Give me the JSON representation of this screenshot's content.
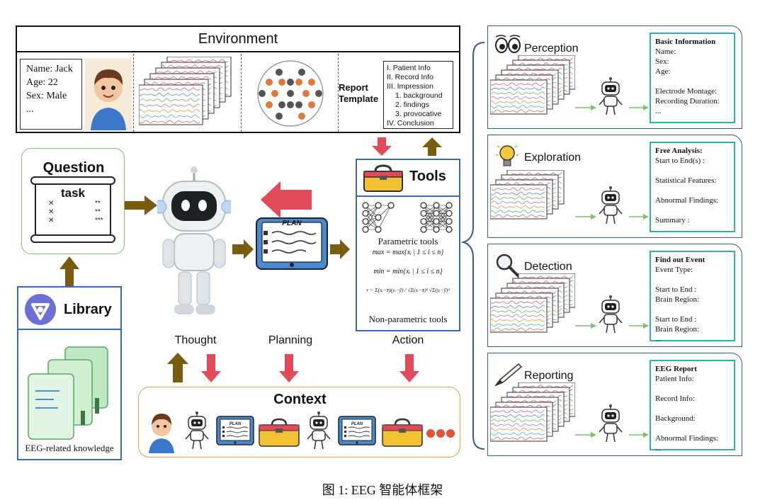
{
  "environment": {
    "title": "Environment",
    "patient_name": "Name: Jack",
    "patient_age": "Age: 22",
    "patient_sex": "Sex: Male",
    "patient_more": "...",
    "report_template_label": "Report\nTemplate",
    "template_lines": [
      "I. Patient Info",
      "II. Record Info",
      "III. Impression",
      "1. background",
      "2. findings",
      "3. provocative",
      "IV. Conclusion"
    ]
  },
  "question": {
    "title": "Question",
    "task": "task"
  },
  "library": {
    "title": "Library",
    "caption": "EEG-related knowledge"
  },
  "tools": {
    "title": "Tools",
    "parametric": "Parametric tools",
    "formula_max": "max = max{xᵢ | 1 ≤ i ≤ n}",
    "formula_min": "min = min{xᵢ | 1 ≤ i ≤ n}",
    "formula_r": "r = Σ(xᵢ−x̄)(yᵢ−ȳ) / √Σ(xᵢ−x̄)² √Σ(yᵢ−ȳ)²",
    "nonparametric": "Non-parametric tools"
  },
  "plan_label": "PLAN",
  "stages": {
    "thought": "Thought",
    "planning": "Planning",
    "action": "Action"
  },
  "context": {
    "title": "Context"
  },
  "panels": [
    {
      "title": "Perception",
      "icon": "eyes-icon",
      "header": "Basic Information",
      "lines": [
        "Name:",
        "Sex:",
        "Age:",
        "",
        "Electrode Montage:",
        "Recording Duration:",
        "..."
      ]
    },
    {
      "title": "Exploration",
      "icon": "lightbulb-icon",
      "header": "Free Analysis:",
      "lines": [
        "Start to End(s) :",
        "",
        "Statistical Features:",
        "",
        "Abnormal Findings:",
        "",
        "Summary :"
      ]
    },
    {
      "title": "Detection",
      "icon": "magnifier-icon",
      "header": "Find out Event",
      "lines": [
        "Event Type:",
        "",
        "Start to End :",
        "Brain Region:",
        "",
        "Start to End :",
        "Brain Region:",
        "..."
      ]
    },
    {
      "title": "Reporting",
      "icon": "pencil-icon",
      "header": "EEG Report",
      "lines": [
        "Patient Info:",
        "",
        "Record Info:",
        "",
        "Background:",
        "",
        "Abnormal Findings:",
        "..."
      ]
    }
  ],
  "caption": "图 1: EEG 智能体框架",
  "colors": {
    "olive_arrow": "#7a5c10",
    "red_arrow": "#e24a5a",
    "green_arrow": "#7cc46b",
    "blue": "#3a69b3",
    "teal": "#2fb1ac",
    "orange": "#e8a04a",
    "tools_yellow": "#f2c233"
  }
}
